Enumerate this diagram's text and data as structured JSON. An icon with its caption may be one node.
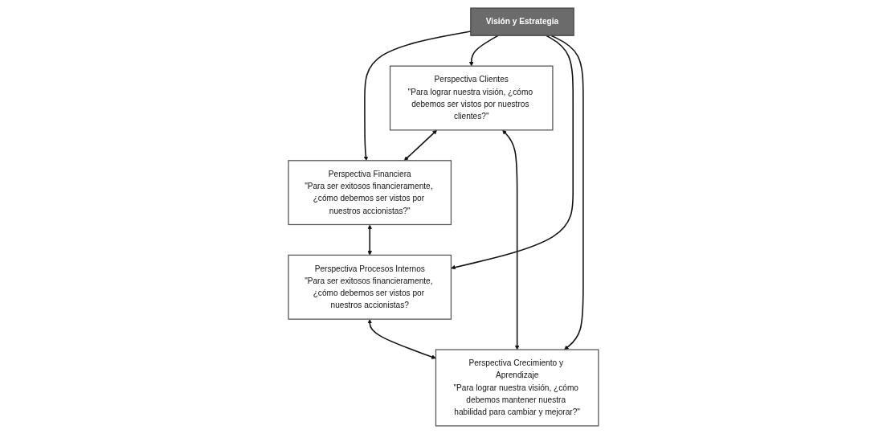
{
  "diagram": {
    "nodes": [
      {
        "text": [
          "Perspectiva Financiera",
          "\"Para ser exitosos financieramente, ¿cómo debemos ser vistos por nuestros accionistas?\""
        ]
      },
      {
        "text": [
          "Perspectiva Clientes",
          "\"Para lograr nuestra visión, ¿cómo debemos ser vistos por nuestros clientes?\""
        ]
      },
      {
        "text": [
          "Visión y Estrategia"
        ]
      },
      {
        "text": [
          "Perspectiva Procesos Internos",
          "\"Para ser exitosos financieramente, ¿cómo debemos ser vistos por nuestros accionistas?"
        ]
      },
      {
        "text": [
          "Perspectiva Crecimiento y Aprendizaje",
          "\"Para lograr nuestra visión, ¿cómo debemos mantener nuestra habilidad para cambiar y mejorar?\""
        ]
      }
    ],
    "edges": [
      {
        "from": 2,
        "to": 0,
        "arrow": "to"
      },
      {
        "from": 2,
        "to": 1,
        "arrow": "to"
      },
      {
        "from": 2,
        "to": 3,
        "arrow": "to"
      },
      {
        "from": 2,
        "to": 4,
        "arrow": "to"
      },
      {
        "from": 1,
        "to": 0,
        "arrow": "both"
      },
      {
        "from": 0,
        "to": 3,
        "arrow": "both"
      },
      {
        "from": 1,
        "to": 4,
        "arrow": "both"
      },
      {
        "from": 3,
        "to": 4,
        "arrow": "both"
      }
    ]
  }
}
